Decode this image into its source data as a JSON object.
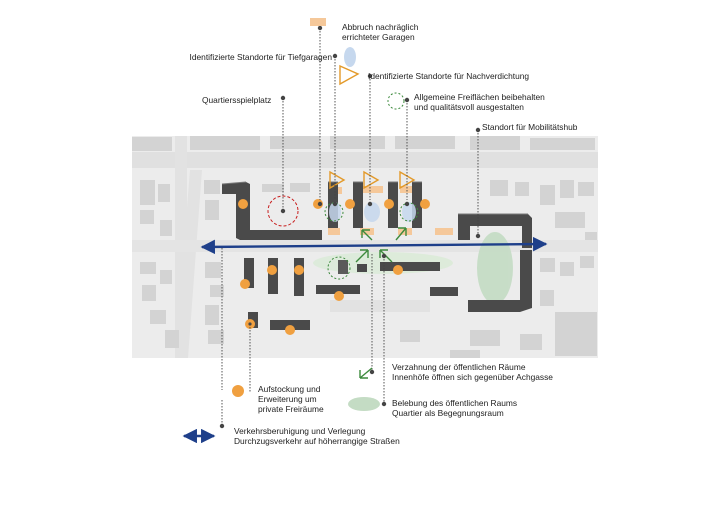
{
  "legend": {
    "garage_demolition": [
      "Abbruch nachräglich",
      "errichteter Garagen"
    ],
    "underground_garage": "Identifizierte Standorte für Tiefgaragen",
    "densification": "Identifizierte Standorte für Nachverdichtung",
    "open_space": [
      "Allgemeine Freiflächen beibehalten",
      "und qualitätsvoll ausgestalten"
    ],
    "playground": "Quartiersspielplatz",
    "mobility_hub": "Standort für Mobilitätshub",
    "interlocking": [
      "Verzahnung der öffentlichen Räume",
      "Innenhöfe öffnen sich gegenüber Achgasse"
    ],
    "revitalization": [
      "Belebung des öffentlichen Raums",
      "Quartier als Begegnungsraum"
    ],
    "extension": [
      "Aufstockung und",
      "Erweiterung um",
      "private Freiräume"
    ],
    "traffic": [
      "Verkehrsberuhigung und Verlegung",
      "Durchzugsverkehr auf höherrangige Straßen"
    ]
  },
  "colors": {
    "orange": "#f0a040",
    "garage": "#f5c89a",
    "navy": "#1e3f8a",
    "green": "#3d8a3d",
    "red": "#c81e1e",
    "blue_fill": "#c6d8ee",
    "building": "#4a4a4a",
    "background_building": "#d3d3d3",
    "ground": "#ececec"
  }
}
